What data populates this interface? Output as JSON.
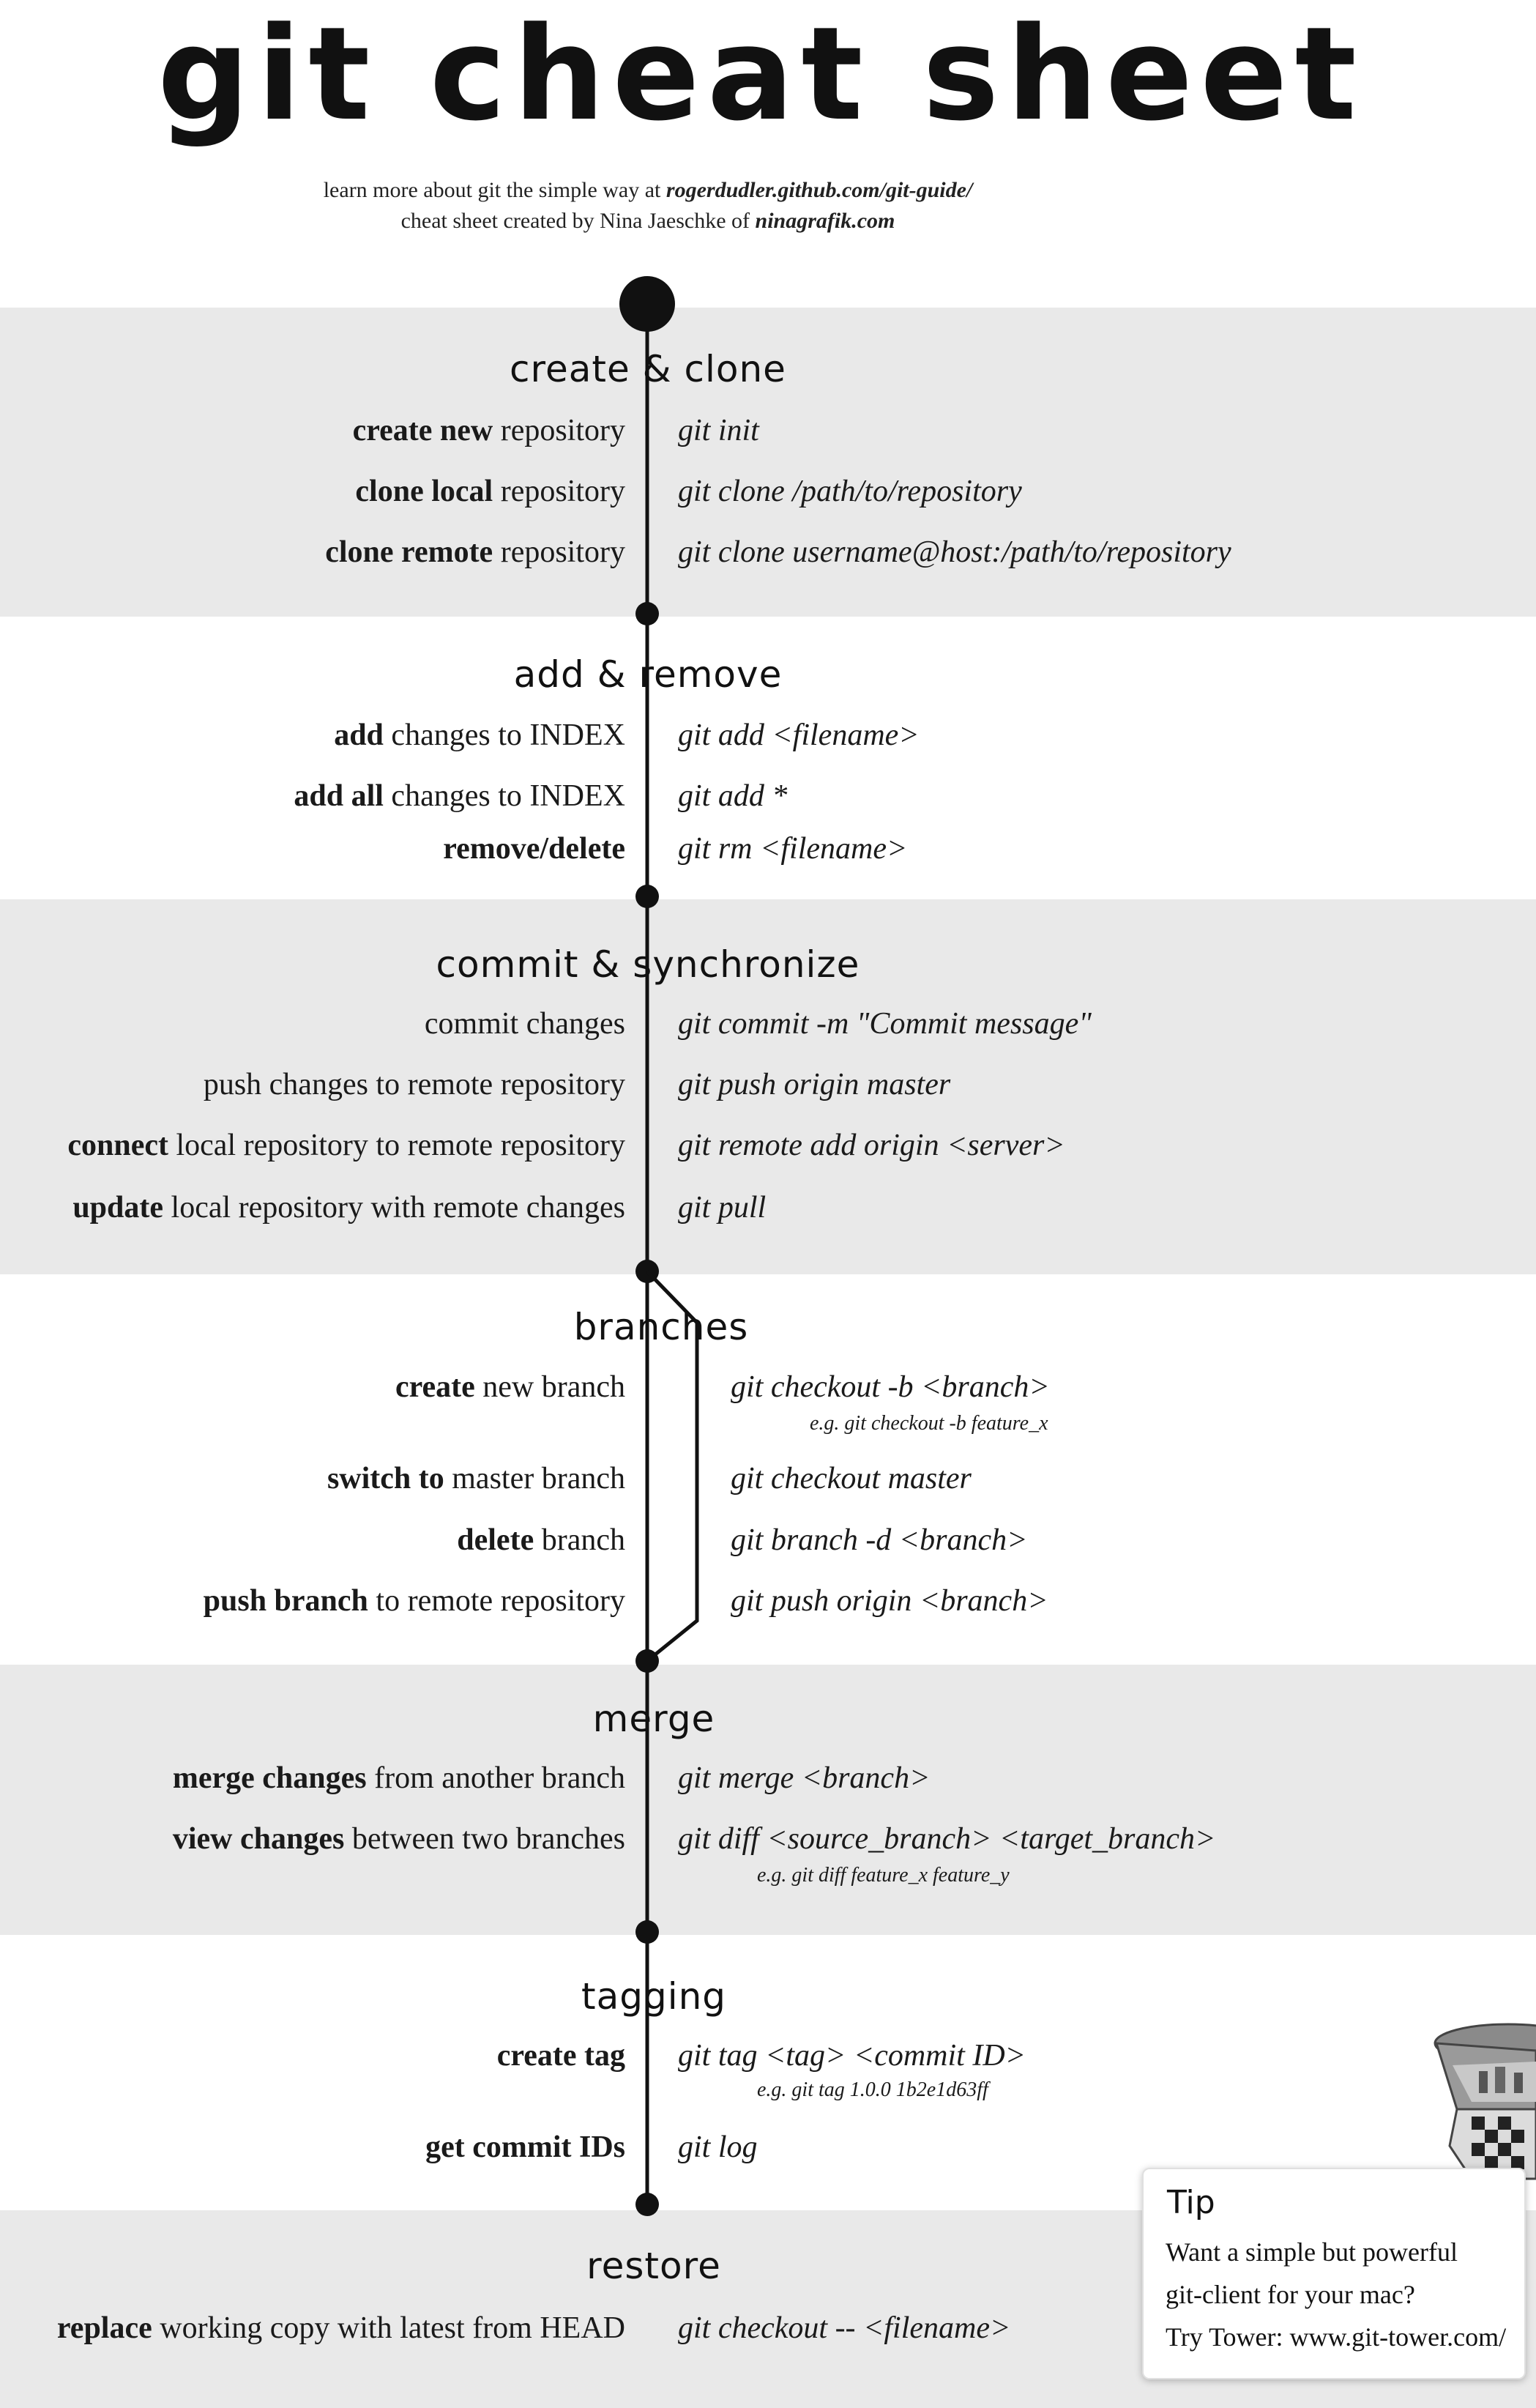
{
  "header": {
    "title": "git cheat sheet",
    "learn_prefix": "learn more about git the simple way at ",
    "learn_link": "rogerdudler.github.com/git-guide/",
    "credit_prefix": "cheat sheet created by Nina Jaeschke of ",
    "credit_link": "ninagrafik.com"
  },
  "sections": {
    "create_clone": {
      "title": "create & clone",
      "rows": [
        {
          "bold": "create new",
          "rest": " repository",
          "cmd": "git init"
        },
        {
          "bold": "clone local",
          "rest": " repository",
          "cmd": "git clone /path/to/repository"
        },
        {
          "bold": "clone remote",
          "rest": " repository",
          "cmd": "git clone username@host:/path/to/repository"
        }
      ]
    },
    "add_remove": {
      "title": "add & remove",
      "rows": [
        {
          "bold": "add",
          "rest": " changes to INDEX",
          "cmd": "git add <filename>"
        },
        {
          "bold": "add all",
          "rest": " changes to INDEX",
          "cmd": "git add *"
        },
        {
          "bold": "remove/delete",
          "rest": "",
          "cmd": "git rm <filename>"
        }
      ]
    },
    "commit_sync": {
      "title": "commit & synchronize",
      "rows": [
        {
          "bold": "",
          "rest": "commit changes",
          "cmd": "git commit -m \"Commit message\""
        },
        {
          "bold": "",
          "rest": "push changes to remote repository",
          "cmd": "git push origin master"
        },
        {
          "bold": "connect",
          "rest": " local repository to remote repository",
          "cmd": "git remote add origin <server>"
        },
        {
          "bold": "update",
          "rest": " local repository with remote changes",
          "cmd": "git pull"
        }
      ]
    },
    "branches": {
      "title": "branches",
      "rows": [
        {
          "bold": "create",
          "rest": " new branch",
          "cmd": "git checkout -b <branch>",
          "eg": "e.g. git checkout -b feature_x"
        },
        {
          "bold": "switch to",
          "rest": " master branch",
          "cmd": "git checkout master"
        },
        {
          "bold": "delete",
          "rest": " branch",
          "cmd": "git branch -d <branch>"
        },
        {
          "bold": "push branch",
          "rest": " to remote repository",
          "cmd": "git push origin <branch>"
        }
      ]
    },
    "merge": {
      "title": "merge",
      "rows": [
        {
          "bold": "merge changes",
          "rest": " from another branch",
          "cmd": "git merge <branch>"
        },
        {
          "bold": "view changes",
          "rest": " between two branches",
          "cmd": "git diff <source_branch> <target_branch>",
          "eg": "e.g. git diff feature_x feature_y"
        }
      ]
    },
    "tagging": {
      "title": "tagging",
      "rows": [
        {
          "bold": "create tag",
          "rest": "",
          "cmd": "git tag <tag> <commit ID>",
          "eg": "e.g. git tag 1.0.0 1b2e1d63ff"
        },
        {
          "bold": "get commit IDs",
          "rest": "",
          "cmd": "git log"
        }
      ]
    },
    "restore": {
      "title": "restore",
      "rows": [
        {
          "bold": "replace",
          "rest": " working copy with latest from HEAD",
          "cmd": "git checkout -- <filename>"
        }
      ]
    }
  },
  "tip": {
    "title": "Tip",
    "line1": "Want a simple but powerful",
    "line2": " git-client for your mac?",
    "line3": "Try Tower: www.git-tower.com/"
  },
  "colors": {
    "band": "#e9e9e9",
    "ink": "#111111"
  },
  "icons": {
    "tower_logo": "tower-app-icon"
  }
}
